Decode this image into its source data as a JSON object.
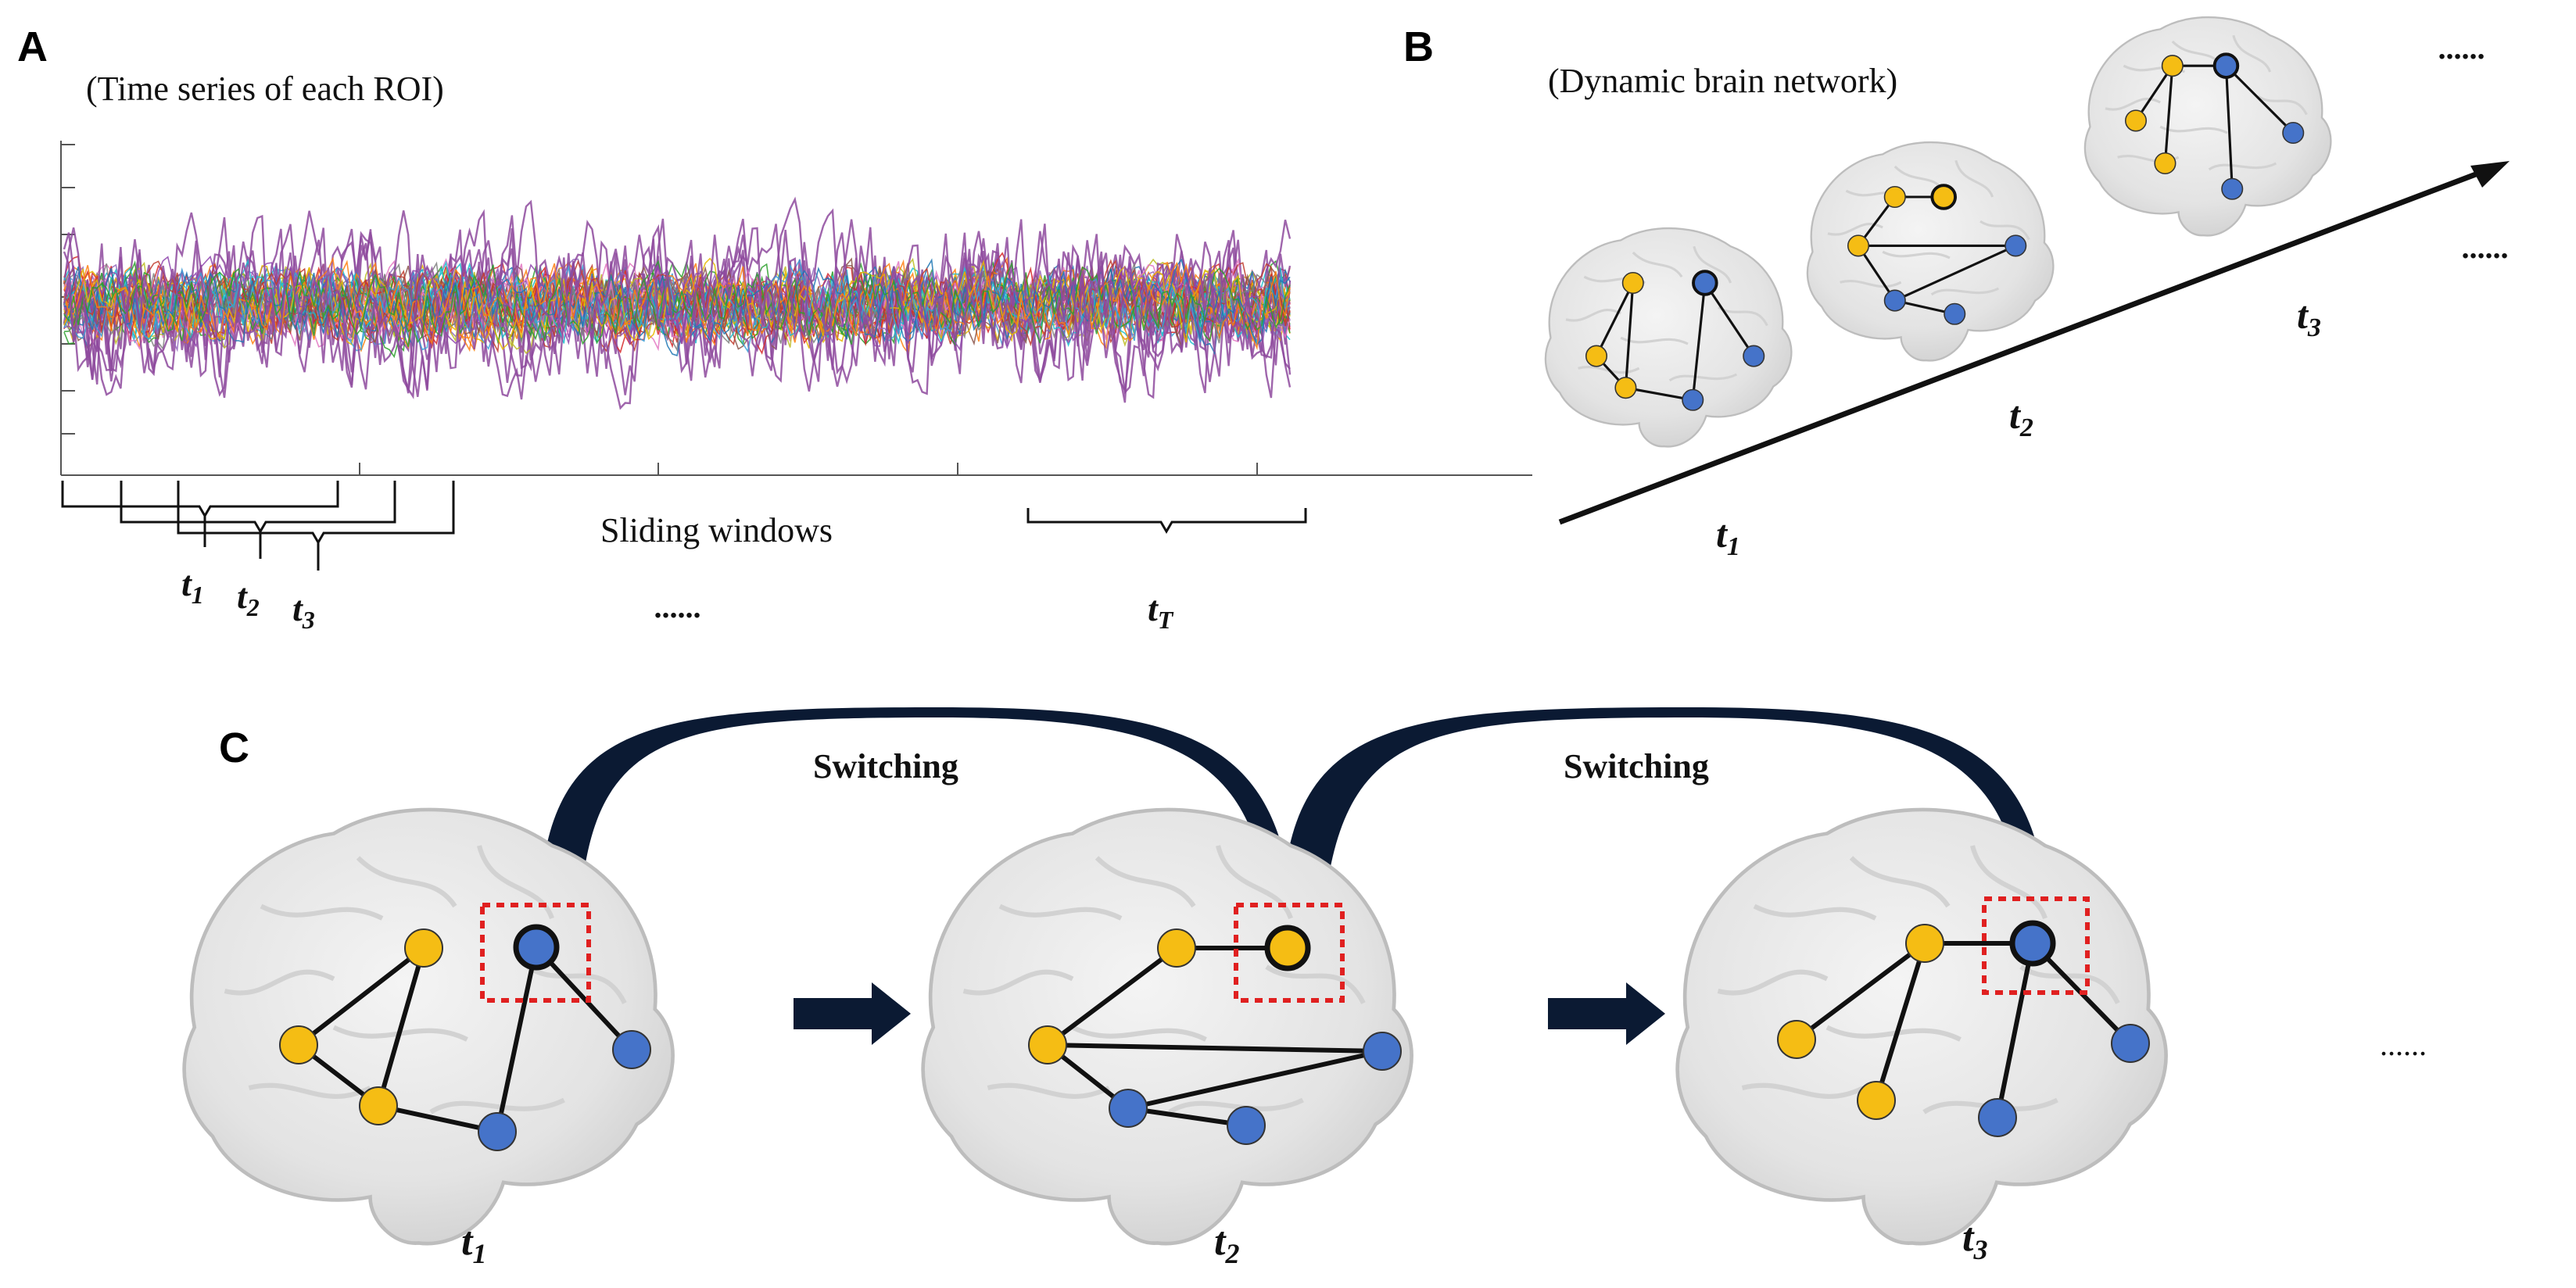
{
  "panels": {
    "a": {
      "letter": "A",
      "caption": "(Time series of each ROI)",
      "windows_label": "Sliding windows",
      "ellipsis": "......",
      "window_labels": [
        {
          "base": "t",
          "sub": "1"
        },
        {
          "base": "t",
          "sub": "2"
        },
        {
          "base": "t",
          "sub": "3"
        },
        {
          "base": "t",
          "sub": "T"
        }
      ]
    },
    "b": {
      "letter": "B",
      "caption": "(Dynamic brain network)",
      "ellipsis": "......",
      "time_labels": [
        {
          "base": "t",
          "sub": "1"
        },
        {
          "base": "t",
          "sub": "2"
        },
        {
          "base": "t",
          "sub": "3"
        }
      ]
    },
    "c": {
      "letter": "C",
      "switch_labels": [
        "Switching",
        "Switching"
      ],
      "ellipsis": "......",
      "time_labels": [
        {
          "base": "t",
          "sub": "1"
        },
        {
          "base": "t",
          "sub": "2"
        },
        {
          "base": "t",
          "sub": "3"
        }
      ]
    }
  },
  "colors": {
    "node_yellow": "#f5bd14",
    "node_blue": "#4573c9",
    "highlight_box": "#e02020",
    "switch_arrow": "#0b1a33",
    "brain_fill": "#e6e6e6"
  }
}
